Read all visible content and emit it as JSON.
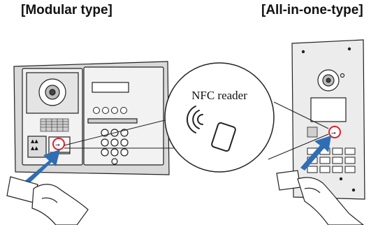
{
  "labels": {
    "modular": "[Modular type]",
    "all_in_one": "[All-in-one-type]"
  },
  "callout": {
    "text": "NFC reader"
  },
  "icons": [
    "camera-icon",
    "speaker-grille-icon",
    "keypad-icon",
    "nfc-wave-icon",
    "nfc-card-icon",
    "hand-with-card-icon",
    "arrow-icon"
  ],
  "colors": {
    "arrow": "#2f6db5",
    "highlight": "#e0202a",
    "panel_fill": "#e8e8e8",
    "panel_stroke": "#222222"
  }
}
